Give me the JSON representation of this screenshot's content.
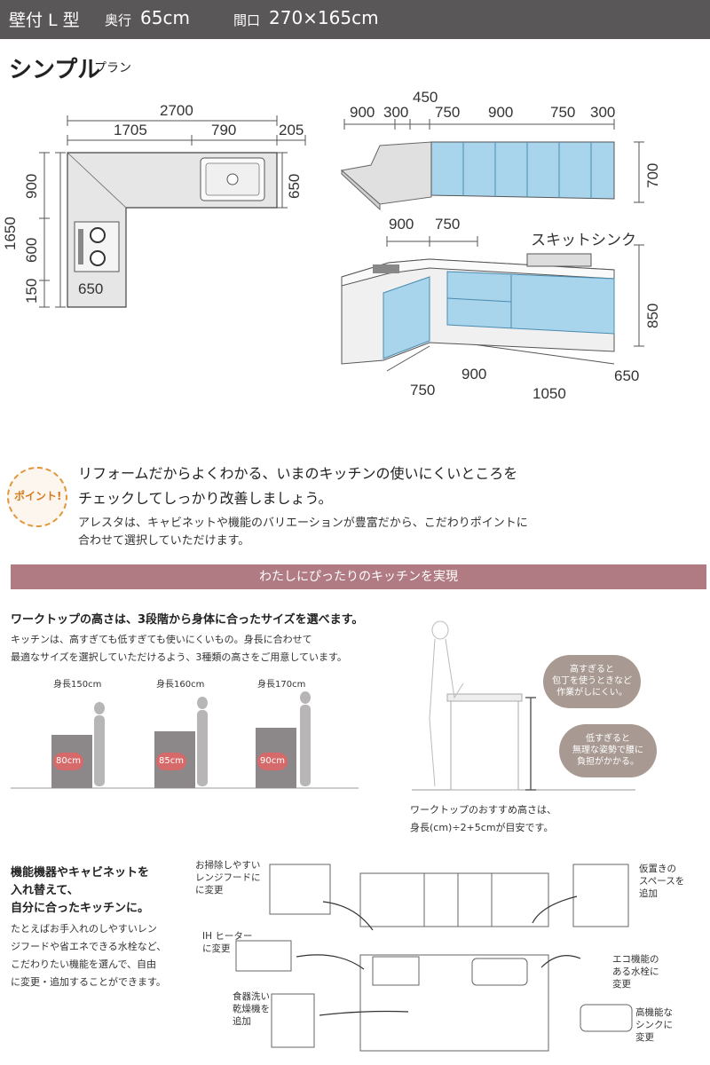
{
  "header": {
    "type_label": "壁付 L 型",
    "depth_label": "奥行",
    "depth_value": "65cm",
    "frontage_label": "間口",
    "frontage_value": "270×165cm"
  },
  "plan": {
    "title": "シンプル",
    "subtitle": "プラン"
  },
  "floorplan": {
    "dims": {
      "total_width": "2700",
      "left_width": "1705",
      "sink_width": "790",
      "right_end": "205",
      "depth_right": "650",
      "total_height": "1650",
      "upper_left": "900",
      "stove_area": "600",
      "bottom_left": "150",
      "bottom_width": "650"
    }
  },
  "elevation": {
    "upper_dims": [
      "900",
      "300",
      "450",
      "750",
      "900",
      "750",
      "300"
    ],
    "upper_height": "700",
    "lower_dims_top": [
      "900",
      "750"
    ],
    "sink_label": "スキットシンク",
    "lower_height": "850",
    "bottom_dims": [
      "750",
      "900",
      "1050",
      "650"
    ]
  },
  "point": {
    "badge": "ポイント!",
    "headline_1": "リフォームだからよくわかる、いまのキッチンの使いにくいところを",
    "headline_2": "チェックしてしっかり改善しましょう。",
    "body_1": "アレスタは、キャビネットや機能のバリエーションが豊富だから、こだわりポイントに",
    "body_2": "合わせて選択していただけます。"
  },
  "band": {
    "title": "わたしにぴったりのキッチンを実現"
  },
  "worktop": {
    "heading": "ワークトップの高さは、3段階から身体に合ったサイズを選べます。",
    "text_1": "キッチンは、高すぎても低すぎても使いにくいもの。身長に合わせて",
    "text_2": "最適なサイズを選択していただけるよう、3種類の高さをご用意しています。",
    "options": [
      {
        "height_label": "身長150cm",
        "counter": "80cm"
      },
      {
        "height_label": "身長160cm",
        "counter": "85cm"
      },
      {
        "height_label": "身長170cm",
        "counter": "90cm"
      }
    ],
    "bubble_high": "高すぎると\n包丁を使うときなど\n作業がしにくい。",
    "bubble_low": "低すぎると\n無理な姿勢で腰に\n負担がかかる。",
    "recommend_1": "ワークトップのおすすめ高さは、",
    "recommend_2": "身長(cm)÷2+5cmが目安です。"
  },
  "equipment": {
    "heading_1": "機能機器やキャビネットを",
    "heading_2": "入れ替えて、",
    "heading_3": "自分に合ったキッチンに。",
    "text_1": "たとえばお手入れのしやすいレン",
    "text_2": "ジフードや省エネできる水栓など、",
    "text_3": "こだわりたい機能を選んで、自由",
    "text_4": "に変更・追加することができます。",
    "callouts": {
      "hood": "お掃除しやすい\nレンジフードに\nに変更",
      "ih": "IH ヒーター\nに変更",
      "dishwasher": "食器洗い\n乾燥機を\n追加",
      "shelf": "仮置きの\nスペースを\n追加",
      "faucet": "エコ機能の\nある水栓に\n変更",
      "sink": "高機能な\nシンクに\n変更"
    }
  },
  "colors": {
    "header_bg": "#595757",
    "cabinet_blue": "#a8d4ec",
    "band": "#b07b83",
    "bubble": "#a89a92",
    "point_accent": "#e0963a"
  }
}
